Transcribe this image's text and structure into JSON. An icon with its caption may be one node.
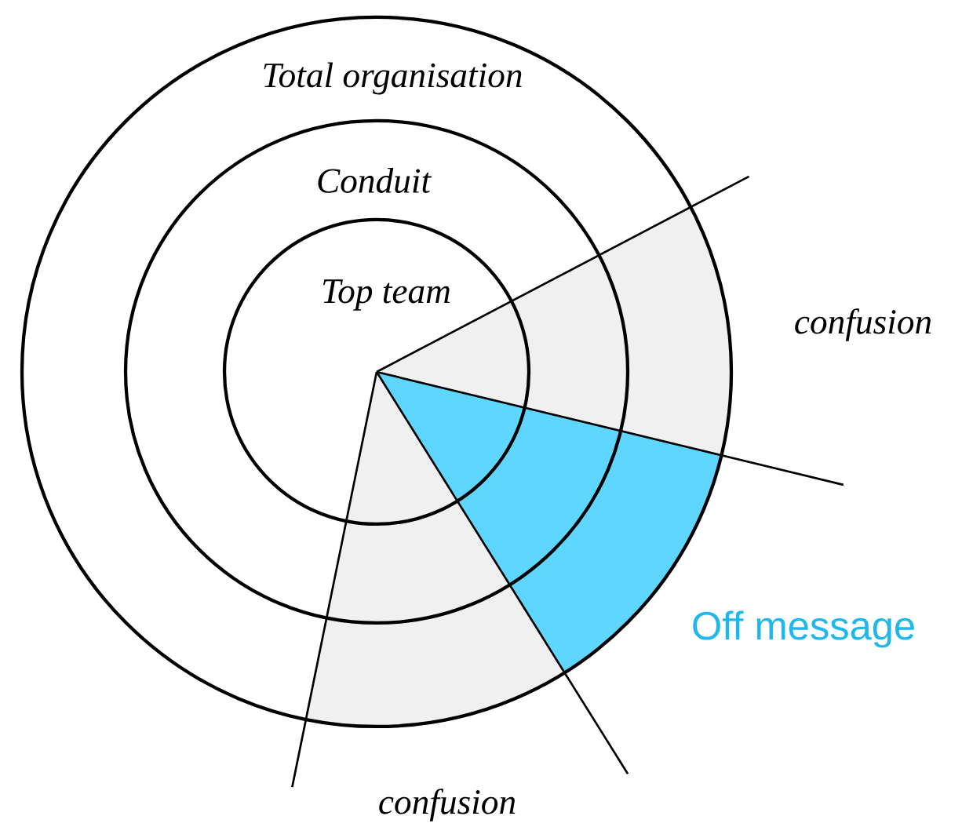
{
  "diagram": {
    "nodes": [
      {
        "text": [
          "Total organisation"
        ]
      },
      {
        "text": [
          "Conduit"
        ],
        "in": 0
      },
      {
        "text": [
          "Top team"
        ],
        "in": 1
      }
    ],
    "labels": [
      "confusion",
      "Off message",
      "confusion"
    ]
  }
}
